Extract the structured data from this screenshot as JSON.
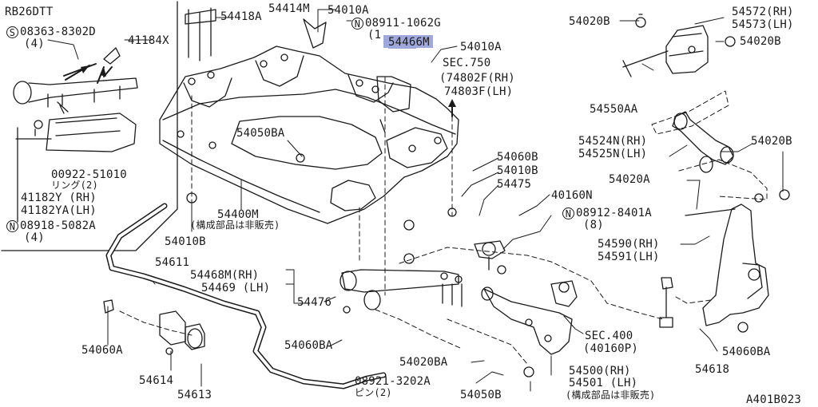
{
  "engine_label": "RB26DTT",
  "drawing_id": "A401B023",
  "colors": {
    "line": "#1a1a1a",
    "highlight": "#9fa8dc",
    "background": "#ffffff"
  },
  "callouts": {
    "bolt_08363": {
      "prefix": "S",
      "code": "08363-8302D",
      "qty": "(4)"
    },
    "p41184X": "41184X",
    "p54418A": "54418A",
    "p54414M": "54414M",
    "p54010A_top": "54010A",
    "nut_08911": {
      "prefix": "N",
      "code": "08911-1062G",
      "qty": "(1"
    },
    "p54466M": {
      "hl": "5446",
      "rest": "6M"
    },
    "p54010A_right": "54010A",
    "sec750": "SEC.750",
    "p74802F": "(74802F(RH)",
    "p74803F": "74803F(LH)",
    "p54020B_top": "54020B",
    "p54572": "54572(RH)",
    "p54573": "54573(LH)",
    "p54020B_right": "54020B",
    "p54550AA": "54550AA",
    "p54524N": "54524N(RH)",
    "p54525N": "54525N(LH)",
    "p54020B_mid": "54020B",
    "p54020A": "54020A",
    "p00922": "00922-51010",
    "ring2": "リング(2)",
    "p41182Y": "41182Y (RH)",
    "p41182YA": "41182YA(LH)",
    "nut_08918": {
      "prefix": "N",
      "code": "08918-5082A",
      "qty": "(4)"
    },
    "p54050BA": "54050BA",
    "p54060B": "54060B",
    "p54010B_right": "54010B",
    "p54475": "54475",
    "p40160N": "40160N",
    "nut_08912": {
      "prefix": "N",
      "code": "08912-8401A",
      "qty": "(8)"
    },
    "p54400M": "54400M",
    "note_54400M": "(構成部品は非販売)",
    "p54010B_left": "54010B",
    "p54590": "54590(RH)",
    "p54591": "54591(LH)",
    "p54611": "54611",
    "p54468M": "54468M(RH)",
    "p54469": "54469 (LH)",
    "p54476": "54476",
    "p54060A": "54060A",
    "p54060BA_mid": "54060BA",
    "sec400": "SEC.400",
    "p40160P": "(40160P)",
    "p54060BA_right": "54060BA",
    "p54618": "54618",
    "p54614": "54614",
    "p54613": "54613",
    "p54020BA": "54020BA",
    "p08921": "08921-3202A",
    "pin2": "ピン(2)",
    "p54050B": "54050B",
    "p54500": "54500(RH)",
    "p54501": "54501 (LH)",
    "note_54500": "(構成部品は非販売)"
  }
}
